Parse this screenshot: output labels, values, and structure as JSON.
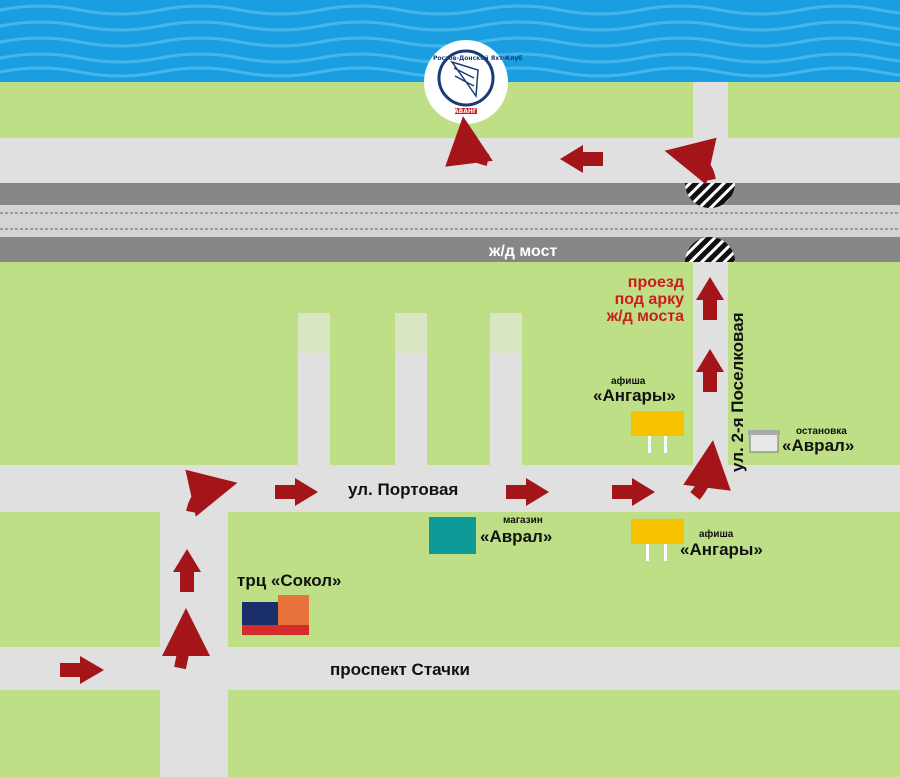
{
  "map": {
    "streets": {
      "portovaya": "ул. Портовая",
      "stachki": "проспект Стачки",
      "poselkovaya": "ул. 2-я Поселковая"
    },
    "bridge": "ж/д мост",
    "passage": [
      "проезд",
      "под арку",
      "ж/д моста"
    ],
    "places": {
      "sokol": "трц «Сокол»",
      "shop_caption": "магазин",
      "shop_name": "«Аврал»",
      "stop_caption": "остановка",
      "stop_name": "«Аврал»",
      "billboard1_caption": "афиша",
      "billboard1_name": "«Ангары»",
      "billboard2_caption": "афиша",
      "billboard2_name": "«Ангары»"
    },
    "logo": {
      "top_text": "Ростов-Донской Яхт-Клуб",
      "bottom_text": "АВАНГАРД"
    },
    "icons": {
      "arrow": "route-arrow-icon",
      "curved_arrow": "turn-arrow-icon",
      "logo": "yacht-club-logo-icon",
      "bridge_marker": "bridge-marker-icon"
    },
    "colors": {
      "water": "#1a9ee0",
      "grass": "#bedf85",
      "road": "#e0e0e0",
      "rail": "#878787",
      "arrow": "#a4151a",
      "shop": "#0e9b98",
      "billboard": "#f6c200",
      "label_red": "#cc1d1d"
    }
  }
}
